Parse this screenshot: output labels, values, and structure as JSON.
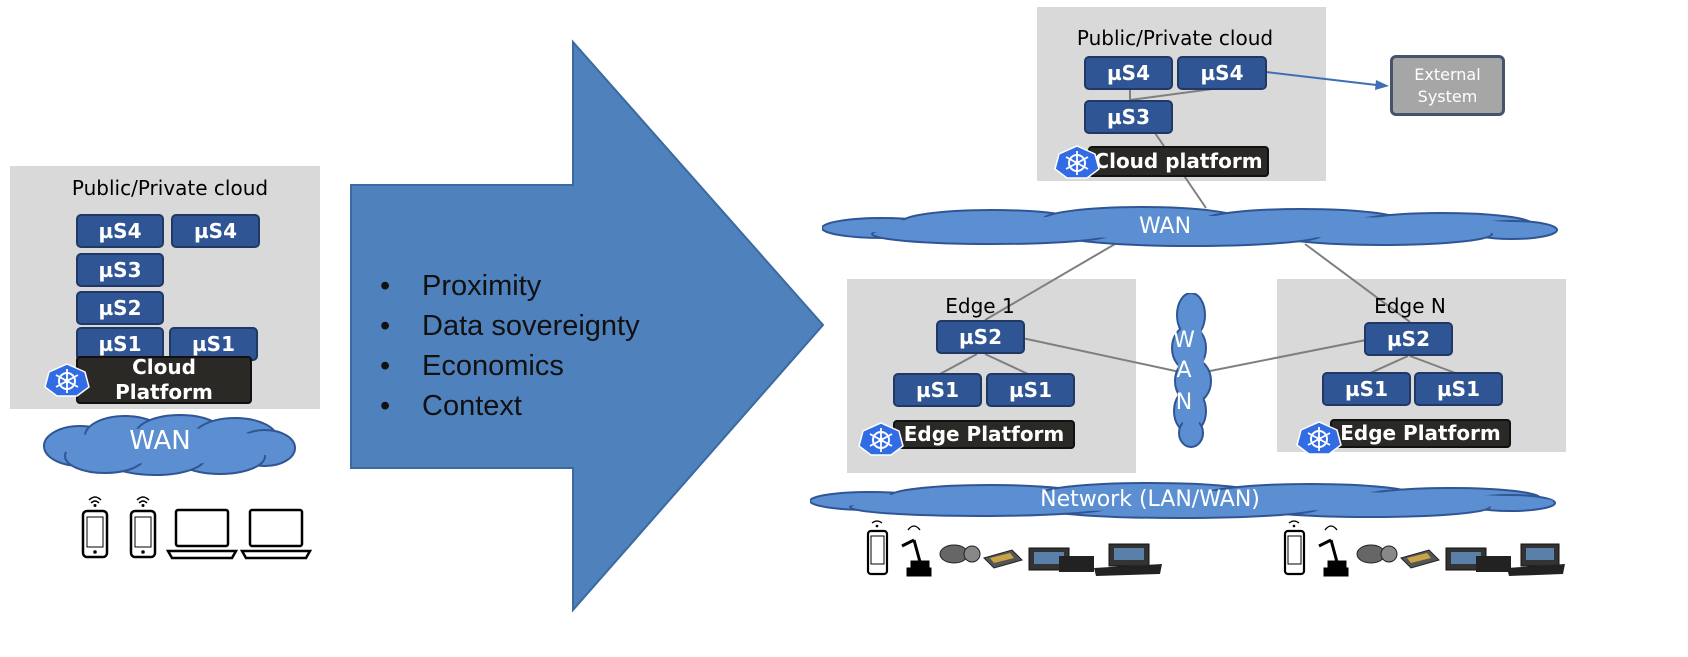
{
  "left": {
    "cloud_title": "Public/Private cloud",
    "microservices": [
      "µS4",
      "µS4",
      "µS3",
      "µS2",
      "µS1",
      "µS1"
    ],
    "platform": "Cloud Platform",
    "wan": "WAN"
  },
  "arrow": {
    "bullets": [
      "Proximity",
      "Data sovereignty",
      "Economics",
      "Context"
    ]
  },
  "right": {
    "cloud_title": "Public/Private cloud",
    "cloud_microservices": [
      "µS4",
      "µS4",
      "µS3"
    ],
    "cloud_platform": "Cloud platform",
    "external_system": "External System",
    "wan_top": "WAN",
    "wan_vertical": [
      "W",
      "A",
      "N"
    ],
    "edge1": {
      "title": "Edge 1",
      "services": [
        "µS2",
        "µS1",
        "µS1"
      ],
      "platform": "Edge Platform"
    },
    "edgeN": {
      "title": "Edge N",
      "services": [
        "µS2",
        "µS1",
        "µS1"
      ],
      "platform": "Edge Platform"
    },
    "network": "Network (LAN/WAN)"
  },
  "colors": {
    "microservice": "#2f5594",
    "cloud_fill": "#5b8fd1",
    "arrow_fill": "#4f81bd",
    "platform": "#2b2925",
    "box_bg": "#d9d9d9",
    "external": "#a6a6a6"
  }
}
